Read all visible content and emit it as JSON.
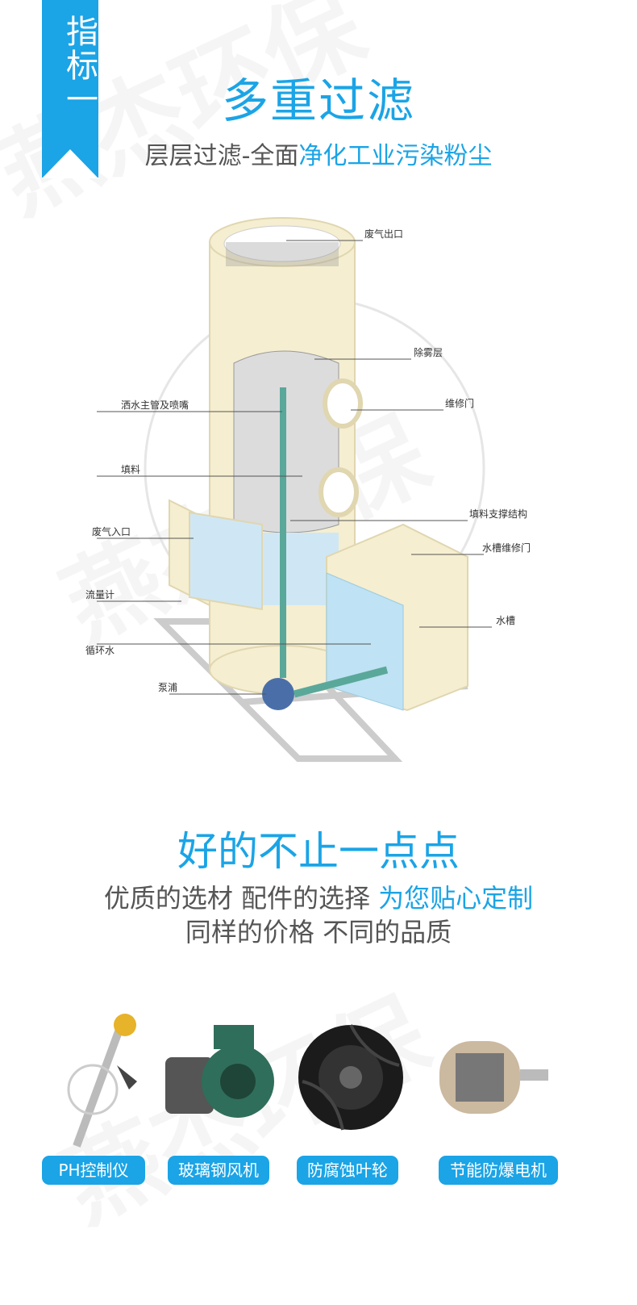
{
  "ribbon": {
    "text": "指标一"
  },
  "section1": {
    "title": "多重过滤",
    "subtitle_plain": "层层过滤-全面",
    "subtitle_highlight": "净化工业污染粉尘"
  },
  "diagram_labels": {
    "exhaust_outlet": "废气出口",
    "demister": "除雾层",
    "spray_pipe": "洒水主管及喷嘴",
    "maintenance_door": "维修门",
    "packing": "填料",
    "packing_support": "填料支撑结构",
    "exhaust_inlet": "废气入口",
    "tank_door": "水槽维修门",
    "flowmeter": "流量计",
    "tank": "水槽",
    "circulating_water": "循环水",
    "pump": "泵浦"
  },
  "section2": {
    "title": "好的不止一点点",
    "line1_plain": "优质的选材 配件的选择 ",
    "line1_highlight": "为您贴心定制",
    "line2": "同样的价格 不同的品质"
  },
  "products": [
    {
      "label": "PH控制仪"
    },
    {
      "label": "玻璃钢风机"
    },
    {
      "label": "防腐蚀叶轮"
    },
    {
      "label": "节能防爆电机"
    }
  ],
  "watermark": {
    "text": "燕杰环保"
  },
  "colors": {
    "accent": "#1ba4e6",
    "tower": "#f5eed0",
    "water": "#bfe2f4"
  }
}
